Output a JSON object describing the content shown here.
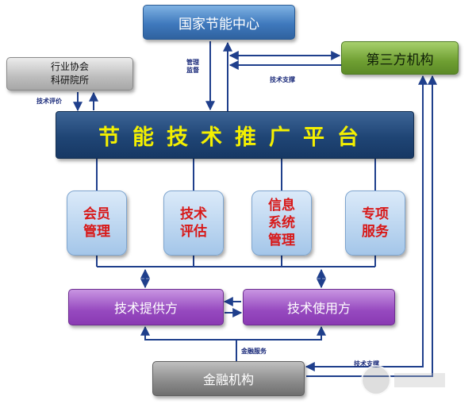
{
  "nodes": {
    "national_center": "国家节能中心",
    "third_party": "第三方机构",
    "industry_assoc": [
      "行业协会",
      "科研院所"
    ],
    "platform": "节能技术推广平台",
    "services": [
      {
        "lines": [
          "会员",
          "管理"
        ]
      },
      {
        "lines": [
          "技术",
          "评估"
        ]
      },
      {
        "lines": [
          "信息",
          "系统",
          "管理"
        ]
      },
      {
        "lines": [
          "专项",
          "服务"
        ]
      }
    ],
    "provider": "技术提供方",
    "user": "技术使用方",
    "finance": "金融机构"
  },
  "labels": {
    "management": "管理监督",
    "tech_support_top": "技术支撑",
    "tech_eval": "技术评价",
    "finance_service": "金融服务",
    "tech_support_bottom": "技术支撑"
  },
  "colors": {
    "arrow": "#1f3f8c",
    "platform_text": "#f4f000",
    "service_text": "#d81818"
  }
}
